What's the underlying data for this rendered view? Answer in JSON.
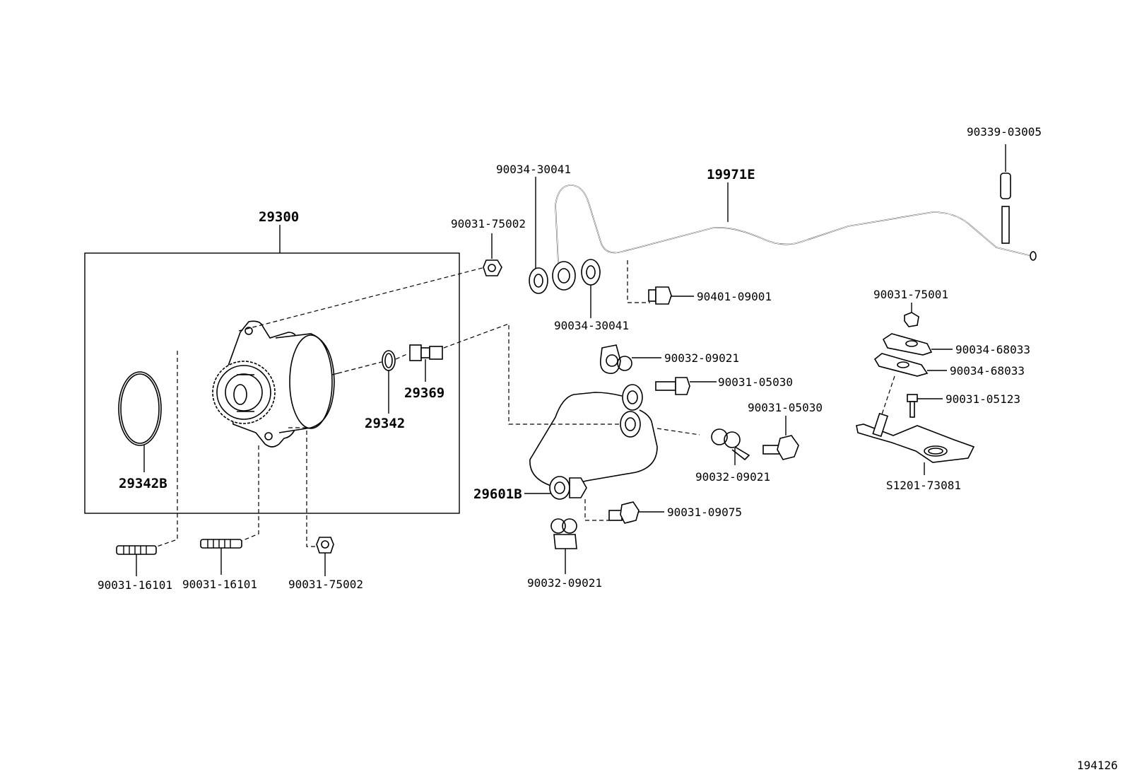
{
  "diagram_id": "194126",
  "callouts": {
    "c29300": "29300",
    "c29342B": "29342B",
    "c29342": "29342",
    "c29369": "29369",
    "c16101a": "90031-16101",
    "c16101b": "90031-16101",
    "c75002_bottom": "90031-75002",
    "c75002_top": "90031-75002",
    "c30041_top": "90034-30041",
    "c30041_bottom": "90034-30041",
    "c19971E": "19971E",
    "c03005": "90339-03005",
    "c09001": "90401-09001",
    "c09021_a": "90032-09021",
    "c05030_a": "90031-05030",
    "c05030_b": "90031-05030",
    "c09021_b": "90032-09021",
    "c29601B": "29601B",
    "c09075": "90031-09075",
    "c09021_c": "90032-09021",
    "c75001": "90031-75001",
    "c68033_a": "90034-68033",
    "c68033_b": "90034-68033",
    "c05123": "90031-05123",
    "c73081": "S1201-73081"
  }
}
